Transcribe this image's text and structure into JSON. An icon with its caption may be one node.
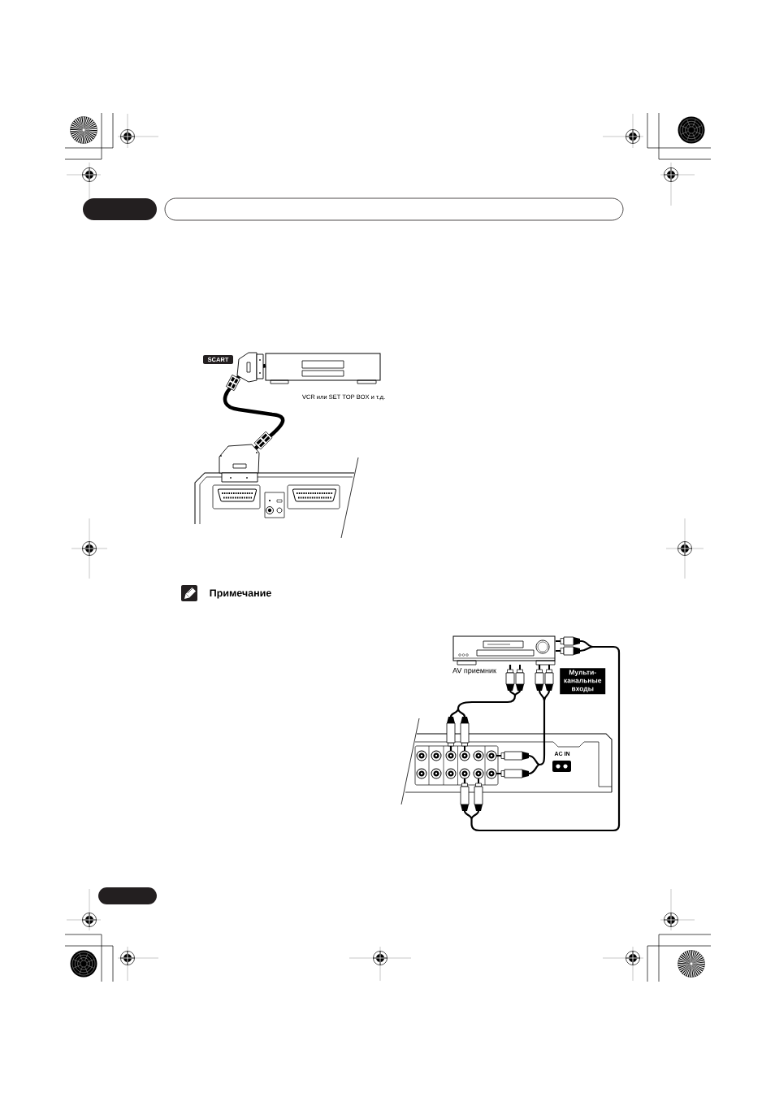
{
  "diagram": {
    "nodes": [
      {
        "text": [],
        "shape": "picture",
        "beside": [
          "VCR или SET TOP BOX и т.д."
        ]
      },
      {
        "text": [],
        "shape": "picture"
      },
      {
        "text": [],
        "shape": "picture",
        "beside": [
          "AV приемник"
        ]
      },
      {
        "text": [
          "Мульти- канальные входы"
        ]
      },
      {
        "text": [],
        "shape": "picture"
      }
    ],
    "edges": [
      {
        "from": 1,
        "to": 0,
        "arrow": "other",
        "label": "SCART",
        "style": "thick"
      },
      {
        "from": 4,
        "to": 2,
        "arrow": "none"
      },
      {
        "from": 4,
        "to": 2,
        "arrow": "other"
      },
      {
        "from": 4,
        "to": 2,
        "arrow": "other"
      }
    ],
    "labels": [
      "Примечание",
      "AC IN"
    ]
  }
}
